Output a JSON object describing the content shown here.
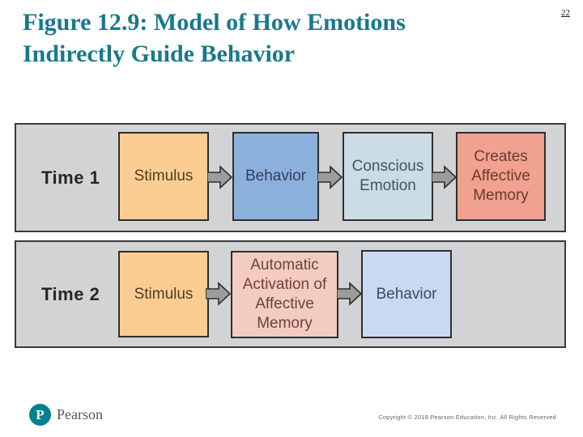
{
  "slide": {
    "title": "Figure 12.9: Model of How Emotions Indirectly Guide Behavior",
    "page_number": "22"
  },
  "diagram": {
    "rows": [
      {
        "label": "Time 1",
        "boxes": [
          {
            "label": "Stimulus"
          },
          {
            "label": "Behavior"
          },
          {
            "label": "Conscious Emotion"
          },
          {
            "label": "Creates Affective Memory"
          }
        ]
      },
      {
        "label": "Time 2",
        "boxes": [
          {
            "label": "Stimulus"
          },
          {
            "label": "Automatic Activation of Affective Memory"
          },
          {
            "label": "Behavior"
          }
        ]
      }
    ]
  },
  "footer": {
    "brand": "Pearson",
    "brand_initial": "P",
    "copyright": "Copyright © 2018 Pearson Education, Inc. All Rights Reserved"
  },
  "colors": {
    "title_text": "#19788C",
    "band_background": "#D2D3D5",
    "band_border": "#3A3A3A",
    "box_stimulus": "#FBCD92",
    "box_behavior_time1": "#8CB0DC",
    "box_conscious_emotion": "#CBDCE7",
    "box_creates_affective_memory": "#F0A18F",
    "box_automatic_activation": "#F4CBBF",
    "box_behavior_time2": "#CAD8F0",
    "arrow_fill": "#9C9C9C",
    "arrow_outline": "#2E2E2E",
    "pearson_teal": "#00818F"
  }
}
